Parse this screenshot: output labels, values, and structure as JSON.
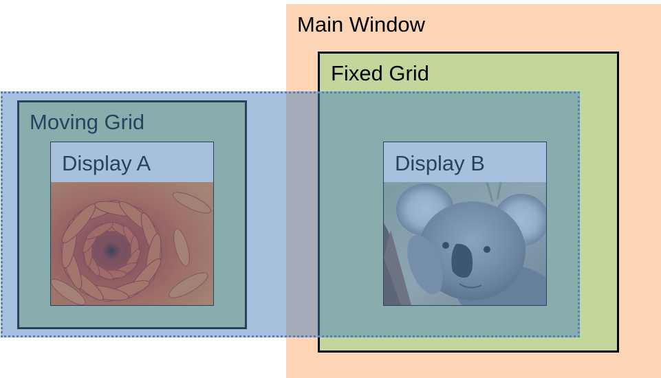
{
  "main_window": {
    "title": "Main Window"
  },
  "fixed_grid": {
    "title": "Fixed Grid"
  },
  "moving_grid": {
    "title": "Moving Grid"
  },
  "displays": [
    {
      "label": "Display A",
      "image": "orange-chrysanthemum-flower"
    },
    {
      "label": "Display B",
      "image": "koala"
    }
  ],
  "colors": {
    "main_window_fill": "#fbd5b5",
    "grid_fill": "#c3d69b",
    "moving_overlay_fill": "#4f81bd",
    "display_fill": "#ffffff"
  }
}
